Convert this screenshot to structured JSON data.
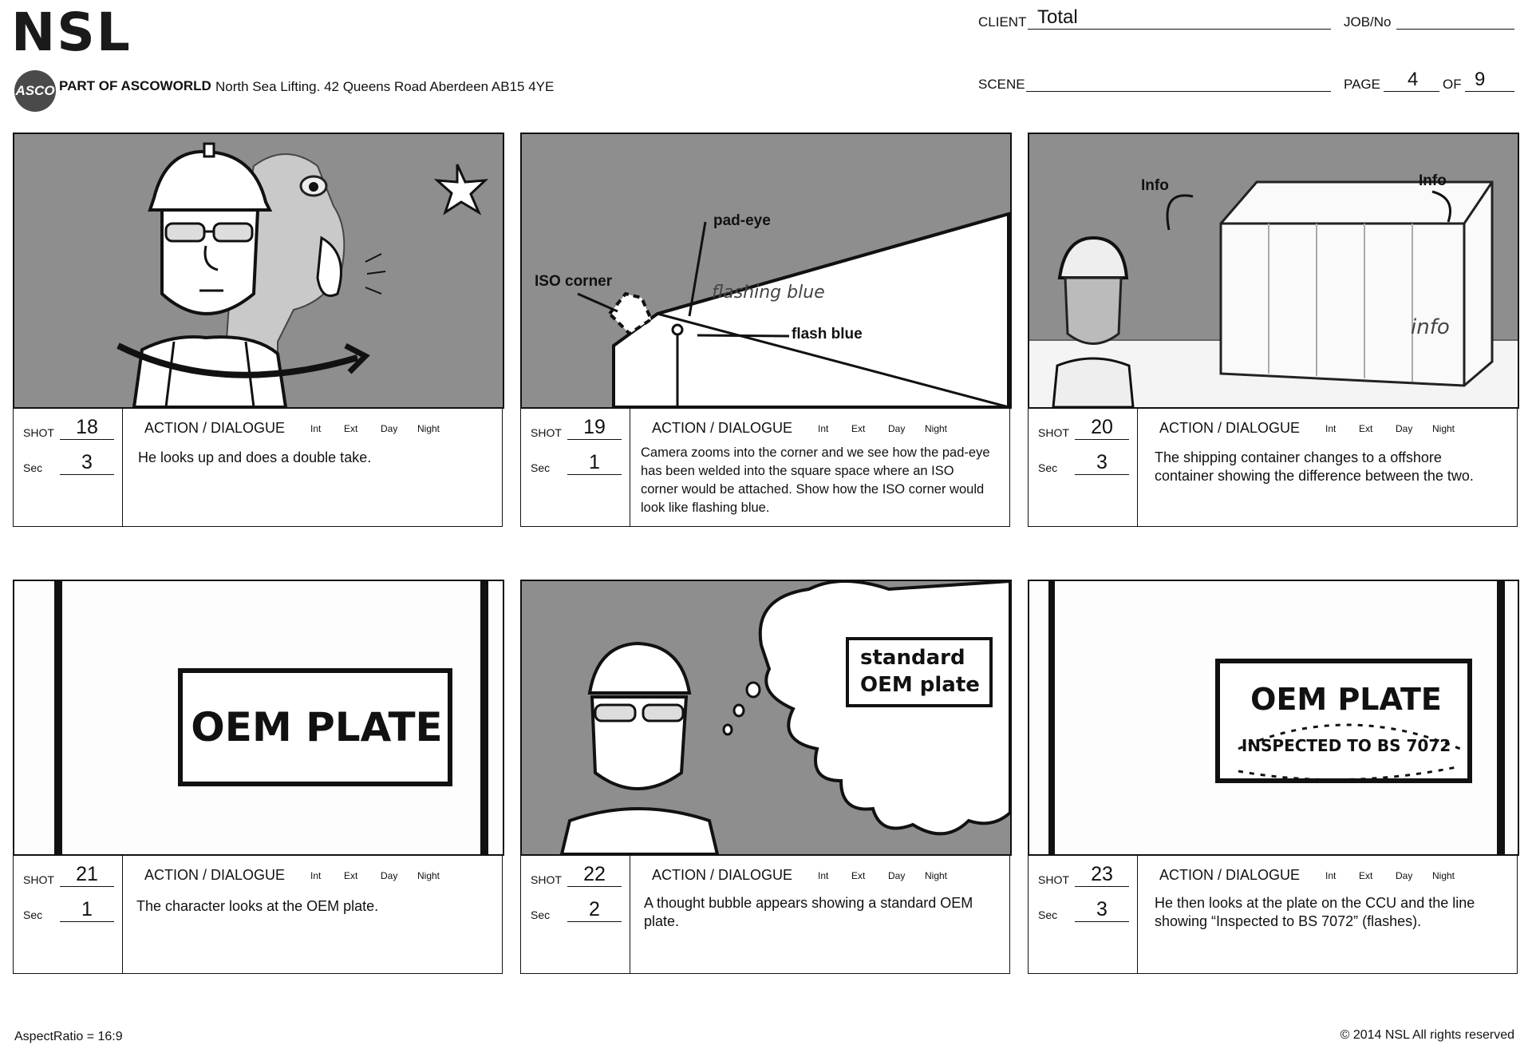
{
  "header": {
    "logo": "NSL",
    "asco_badge": "ASCO",
    "asco_part": "PART OF ASCOWORLD",
    "address": "North Sea Lifting. 42 Queens Road Aberdeen AB15 4YE",
    "client_label": "CLIENT",
    "client_value": "Total",
    "job_label": "JOB/No",
    "scene_label": "SCENE",
    "page_label": "PAGE",
    "page_value": "4",
    "of_label": "OF",
    "of_value": "9"
  },
  "labels": {
    "shot": "SHOT",
    "sec": "Sec",
    "action": "ACTION / DIALOGUE",
    "int": "Int",
    "ext": "Ext",
    "day": "Day",
    "night": "Night"
  },
  "panels": [
    {
      "shot": "18",
      "sec": "3",
      "description": "He looks up and does a double take."
    },
    {
      "shot": "19",
      "sec": "1",
      "description": "Camera zooms into the corner and we see how the pad-eye has been welded into the square space where an ISO corner would be attached.  Show how the ISO corner would look like flashing blue.",
      "annotations": {
        "pad_eye": "pad-eye",
        "iso_corner": "ISO corner",
        "flash_blue": "flash blue",
        "scribble": "flashing blue"
      }
    },
    {
      "shot": "20",
      "sec": "3",
      "description": "The shipping container changes to a offshore container showing the difference between the two.",
      "annotations": {
        "info_left": "Info",
        "info_right": "Info",
        "info_scribble": "info"
      }
    },
    {
      "shot": "21",
      "sec": "1",
      "description": "The character looks at the OEM plate.",
      "annotations": {
        "plate": "OEM PLATE"
      }
    },
    {
      "shot": "22",
      "sec": "2",
      "description": "A thought bubble appears showing a standard OEM plate.",
      "annotations": {
        "bubble_line1": "standard",
        "bubble_line2": "OEM plate"
      }
    },
    {
      "shot": "23",
      "sec": "3",
      "description": "He then looks at the plate on the CCU and the line showing “Inspected to BS 7072” (flashes).",
      "annotations": {
        "plate": "OEM PLATE",
        "inspected": "INSPECTED TO BS 7072"
      }
    }
  ],
  "footer": {
    "aspect": "AspectRatio = 16:9",
    "copyright": "© 2014 NSL All rights reserved"
  },
  "colors": {
    "sketch_gray": "#8e8e8e",
    "ink": "#111111",
    "asco_gray": "#4a4a4a"
  }
}
